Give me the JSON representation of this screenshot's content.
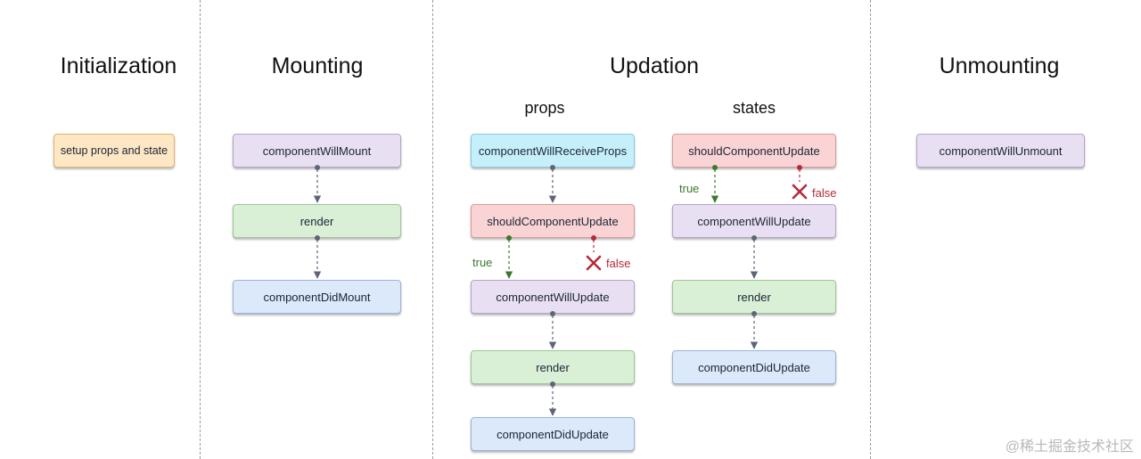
{
  "phases": {
    "initialization": "Initialization",
    "mounting": "Mounting",
    "updation": "Updation",
    "unmounting": "Unmounting"
  },
  "subphases": {
    "props": "props",
    "states": "states"
  },
  "initialization": {
    "setup": "setup props and state"
  },
  "mounting": {
    "will_mount": "componentWillMount",
    "render": "render",
    "did_mount": "componentDidMount"
  },
  "props": {
    "will_receive": "componentWillReceiveProps",
    "should_update": "shouldComponentUpdate",
    "will_update": "componentWillUpdate",
    "render": "render",
    "did_update": "componentDidUpdate",
    "true_label": "true",
    "false_label": "false"
  },
  "states": {
    "should_update": "shouldComponentUpdate",
    "will_update": "componentWillUpdate",
    "render": "render",
    "did_update": "componentDidUpdate",
    "true_label": "true",
    "false_label": "false"
  },
  "unmounting": {
    "will_unmount": "componentWillUnmount"
  },
  "watermark": "@稀土掘金技术社区",
  "colors": {
    "purple": "#e9dff2",
    "green": "#daf0d6",
    "blue": "#dce9fb",
    "cyan": "#c5f0fb",
    "red": "#fad4d4",
    "orange": "#fde7c4",
    "true_edge": "#3b7a2d",
    "false_edge": "#b52a3a",
    "edge": "#5d6577"
  }
}
